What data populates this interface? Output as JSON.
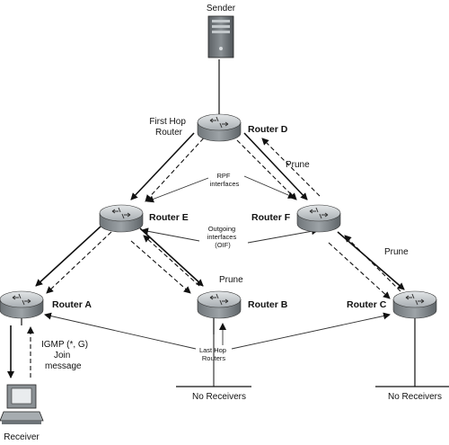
{
  "nodes": {
    "sender": "Sender",
    "router_d": "Router D",
    "router_e": "Router E",
    "router_f": "Router F",
    "router_a": "Router A",
    "router_b": "Router B",
    "router_c": "Router C",
    "receiver": "Receiver"
  },
  "labels": {
    "first_hop_line1": "First Hop",
    "first_hop_line2": "Router",
    "rpf_line1": "RPF",
    "rpf_line2": "interfaces",
    "oif_line1": "Outgoing",
    "oif_line2": "interfaces",
    "oif_line3": "(OIF)",
    "prune_d": "Prune",
    "prune_c": "Prune",
    "prune_b": "Prune",
    "igmp_line1": "IGMP (*, G)",
    "igmp_line2": "Join",
    "igmp_line3": "message",
    "last_hop_line1": "Last Hop",
    "last_hop_line2": "Routers",
    "no_receivers_b": "No Receivers",
    "no_receivers_c": "No Receivers"
  },
  "colors": {
    "line": "#111111",
    "router_body": "#9aa0a4",
    "router_top": "#c9ced1",
    "server": "#7d8387"
  },
  "icons": {
    "router": "router-icon",
    "server": "server-icon",
    "pc": "computer-icon"
  }
}
